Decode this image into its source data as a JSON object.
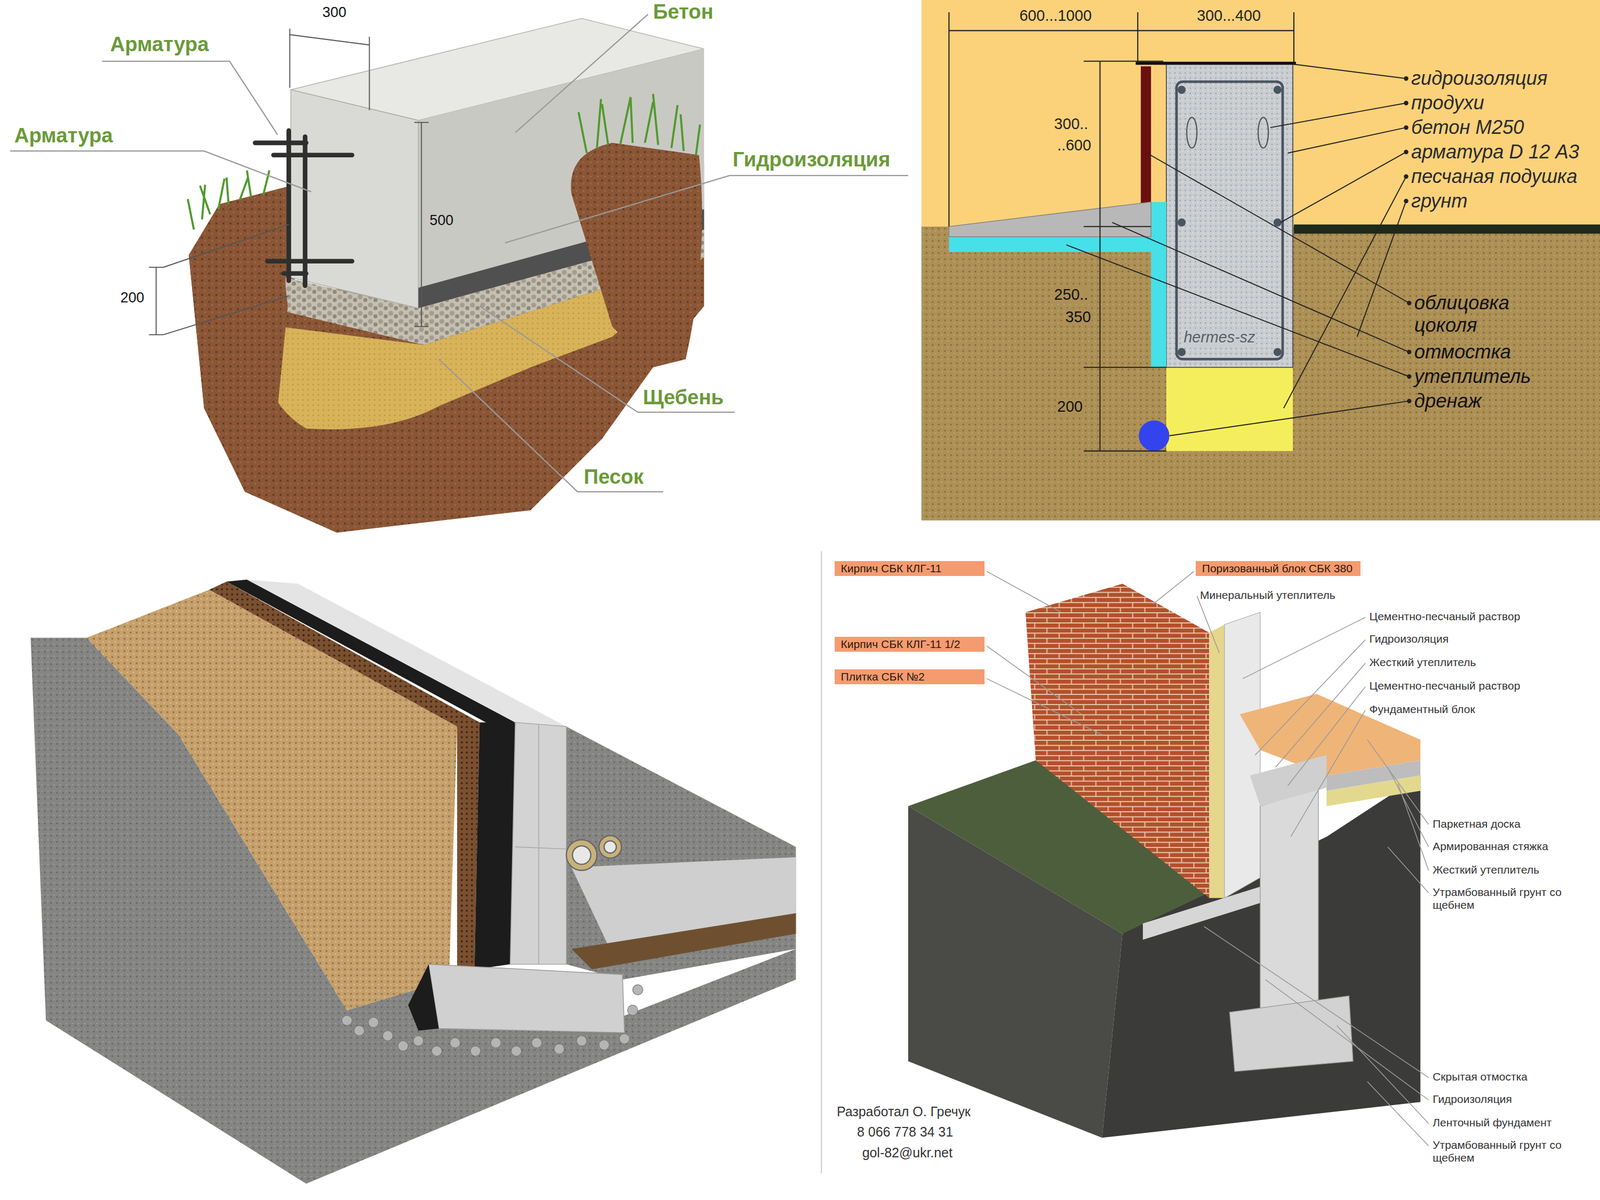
{
  "diagram": {
    "nodes": [
      {
        "text": [
          "Кирпич СБК КЛГ-11"
        ]
      },
      {
        "text": [
          "Кирпич СБК КЛГ-11 1/2"
        ]
      },
      {
        "text": [
          "Плитка СБК №2"
        ]
      },
      {
        "text": [
          "Поризованный блок СБК 380"
        ]
      }
    ],
    "labels": [
      "Бетон",
      "Арматура",
      "300",
      "Арматура",
      "Гидроизоляция",
      "500",
      "200",
      "Щебень",
      "Песок",
      "600...1000",
      "300...400",
      "гидроизоляция",
      "продухи",
      "300..",
      "..600",
      "бетон М250",
      "арматура D 12 А3",
      "песчаная подушка",
      "грунт",
      "250..",
      "350",
      "облицовка цоколя",
      "отмостка",
      "hermes-sz",
      "утеплитель",
      "200",
      "дренаж",
      "Минеральный утеплитель",
      "Цементно-песчаный раствор",
      "Гидроизоляция",
      "Жесткий утеплитель",
      "Цементно-песчаный раствор",
      "Фундаментный блок",
      "Паркетная доска",
      "Армированная стяжка",
      "Жесткий утеплитель",
      "Утрамбованный грунт со щебнем",
      "Скрытая отмостка",
      "Гидроизоляция",
      "Ленточный фундамент",
      "Утрамбованный грунт со щебнем",
      "Разработал О. Гречук",
      "8 066 778 34 31",
      "gol-82@ukr.net"
    ]
  }
}
